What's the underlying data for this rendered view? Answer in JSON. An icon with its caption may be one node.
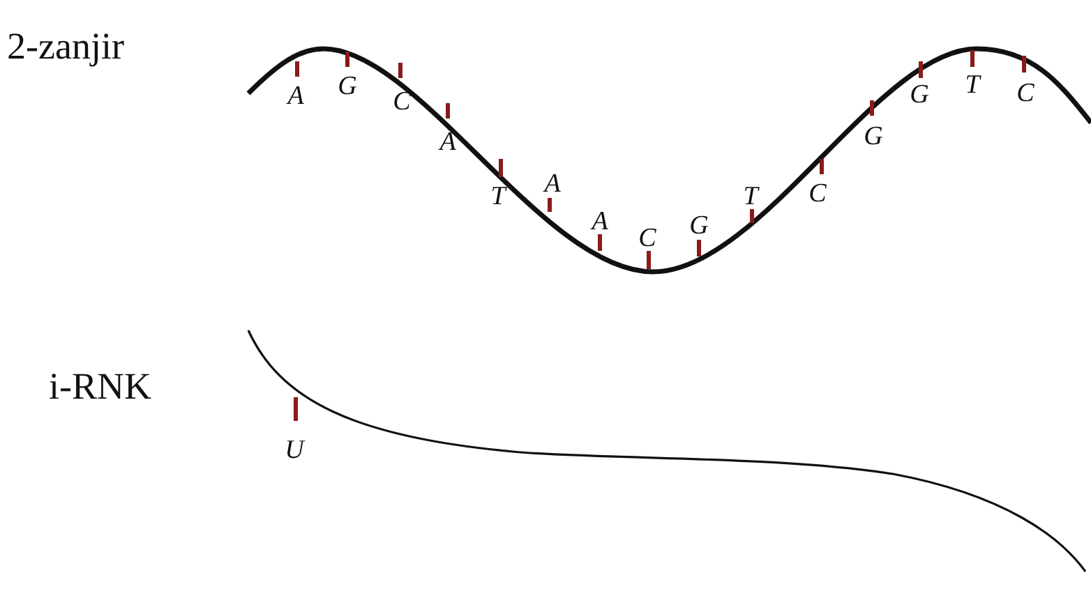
{
  "diagram": {
    "labels": [
      "2-zanjir",
      "A",
      "G",
      "C",
      "A",
      "T",
      "A",
      "A",
      "C",
      "G",
      "T",
      "C",
      "G",
      "G",
      "T",
      "C",
      "i-RNK",
      "U"
    ]
  }
}
